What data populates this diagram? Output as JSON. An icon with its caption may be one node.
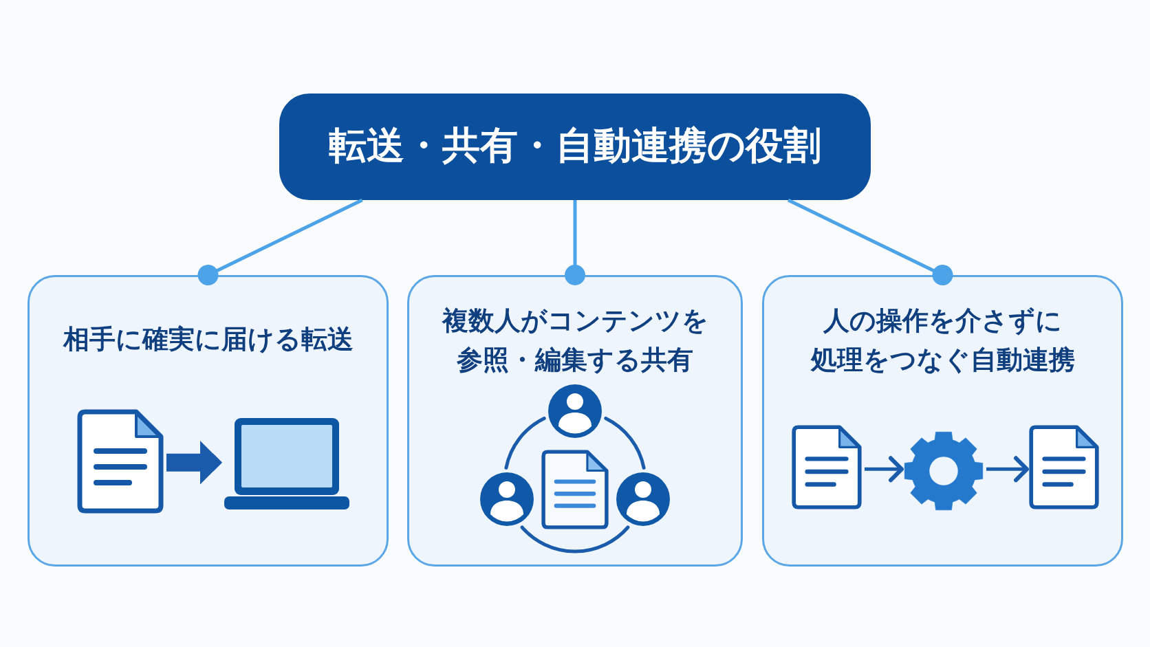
{
  "diagram": {
    "nodes": [
      {
        "text": [
          "転送・共有・自動連携の役割"
        ]
      },
      {
        "text": [
          "相手に確実に届ける転送"
        ]
      },
      {
        "text": [],
        "shape": "document",
        "in": 1
      },
      {
        "text": [],
        "shape": "laptop",
        "in": 1
      },
      {
        "text": [
          "複数人がコンテンツを参照・編集する共有"
        ]
      },
      {
        "text": [],
        "shape": "person",
        "in": 4
      },
      {
        "text": [],
        "shape": "person",
        "in": 4
      },
      {
        "text": [],
        "shape": "person",
        "in": 4
      },
      {
        "text": [
          "人の操作を介さずに処理をつなぐ自動連携"
        ]
      },
      {
        "text": [],
        "shape": "document",
        "in": 8
      },
      {
        "text": [],
        "shape": "gear",
        "in": 8
      },
      {
        "text": [],
        "shape": "document",
        "in": 8
      }
    ],
    "edges": [
      {
        "from": 0,
        "to": 1,
        "arrow": "other",
        "color": "#4da3e8"
      },
      {
        "from": 0,
        "to": 4,
        "arrow": "other",
        "color": "#4da3e8"
      },
      {
        "from": 0,
        "to": 8,
        "arrow": "other",
        "color": "#4da3e8"
      },
      {
        "from": 2,
        "to": 3,
        "arrow": "to",
        "style": "thick"
      },
      {
        "from": 5,
        "to": 6,
        "arrow": "none"
      },
      {
        "from": 5,
        "to": 7,
        "arrow": "none"
      },
      {
        "from": 6,
        "to": 7,
        "arrow": "none"
      },
      {
        "from": 9,
        "to": 10,
        "arrow": "to"
      },
      {
        "from": 10,
        "to": 11,
        "arrow": "to"
      }
    ]
  }
}
